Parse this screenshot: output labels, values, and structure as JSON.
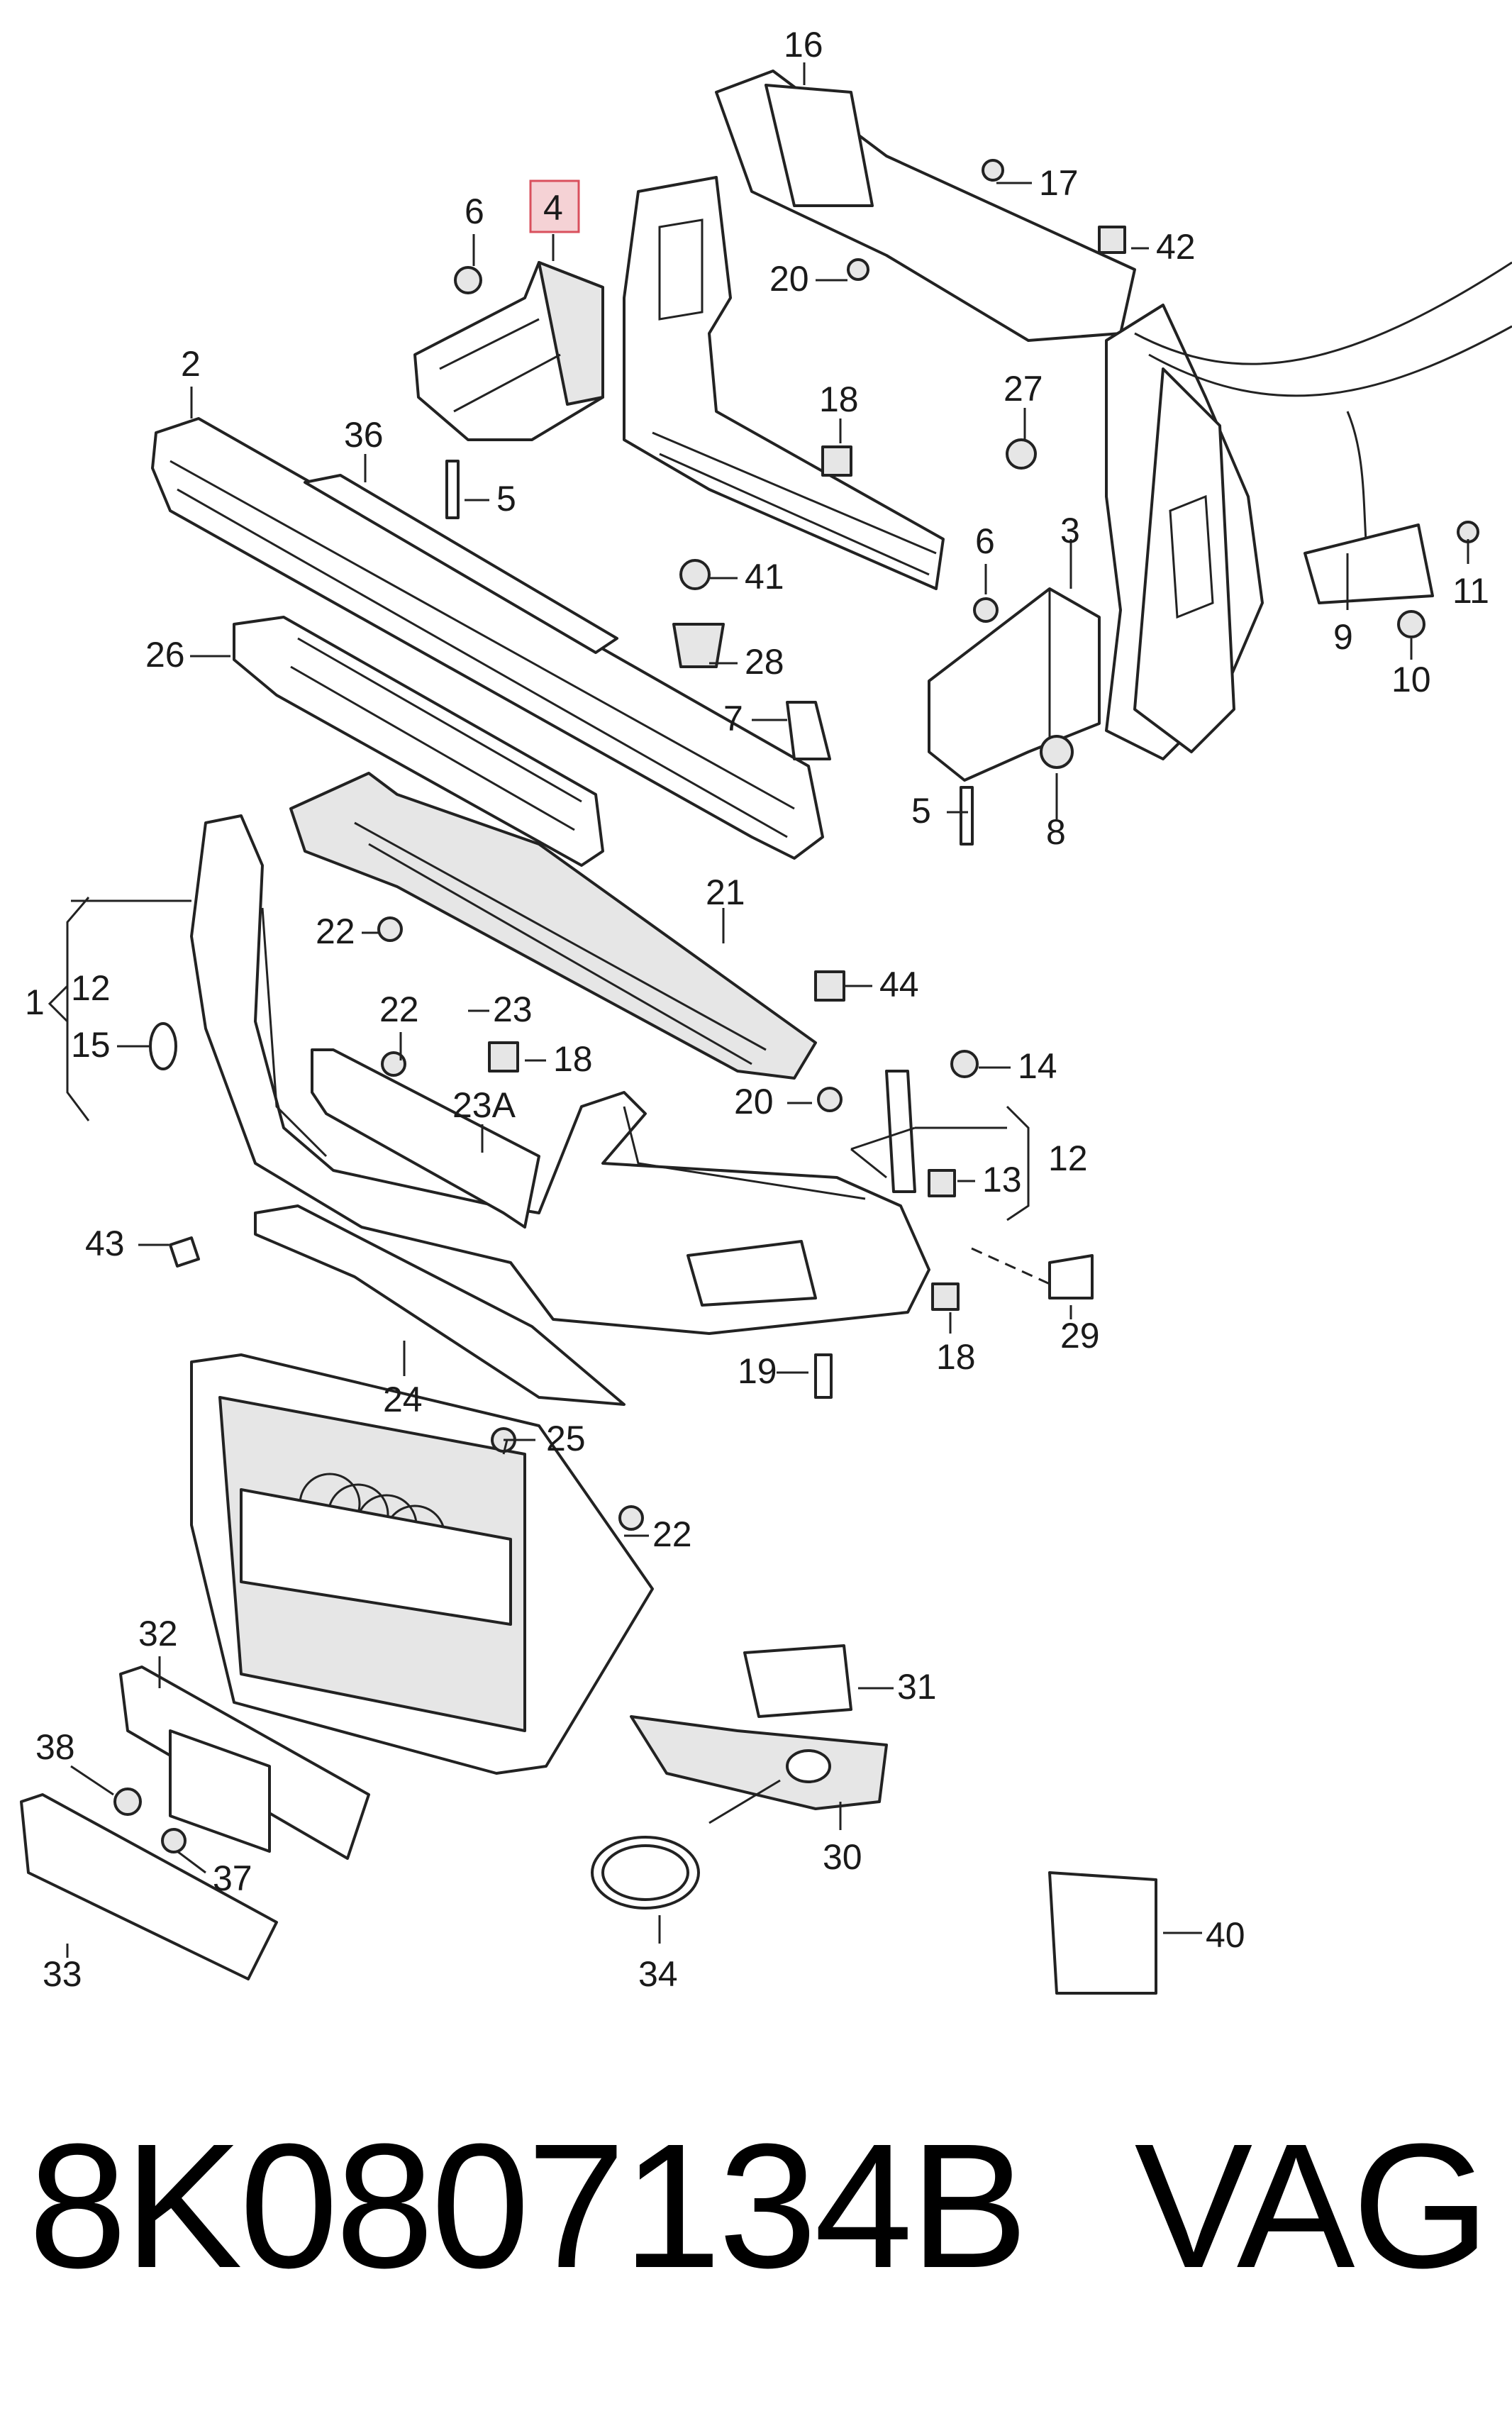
{
  "labels": {
    "l1": "1",
    "l2": "2",
    "l3": "3",
    "l4": "4",
    "l5a": "5",
    "l5b": "5",
    "l6a": "6",
    "l6b": "6",
    "l7": "7",
    "l8": "8",
    "l9": "9",
    "l10": "10",
    "l11": "11",
    "l12a": "12",
    "l12b": "12",
    "l13": "13",
    "l14": "14",
    "l15": "15",
    "l16": "16",
    "l17": "17",
    "l18a": "18",
    "l18b": "18",
    "l18c": "18",
    "l19": "19",
    "l20a": "20",
    "l20b": "20",
    "l21": "21",
    "l22a": "22",
    "l22b": "22",
    "l22c": "22",
    "l23": "23",
    "l23a": "23A",
    "l24": "24",
    "l25": "25",
    "l26": "26",
    "l27": "27",
    "l28": "28",
    "l29": "29",
    "l30": "30",
    "l31": "31",
    "l32": "32",
    "l33": "33",
    "l34": "34",
    "l36": "36",
    "l37": "37",
    "l38": "38",
    "l40": "40",
    "l41": "41",
    "l42": "42",
    "l43": "43",
    "l44": "44"
  },
  "highlight_color": "#f5d2d5",
  "footer": {
    "part_number": "8K0807134B",
    "brand": "VAG"
  }
}
